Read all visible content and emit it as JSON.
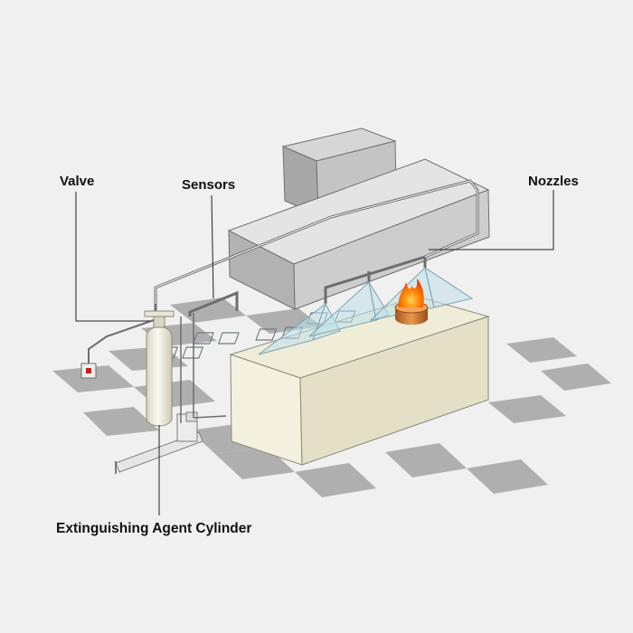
{
  "diagram": {
    "labels": {
      "valve": "Valve",
      "sensors": "Sensors",
      "nozzles": "Nozzles",
      "cylinder": "Extinguishing Agent Cylinder"
    },
    "colors": {
      "background": "#f0f0f0",
      "floor_tile": "#9a9a9a",
      "metal_light": "#e2e2e2",
      "metal_mid": "#c6c6c6",
      "metal_dark": "#a6a6a6",
      "counter_cream": "#f3f0df",
      "glass": "#bfe0ea",
      "flame": "#ff6a00",
      "pot": "#c9712a",
      "callout_line": "#222222"
    },
    "icons": [
      "flame-icon",
      "manual-pull-station-icon"
    ]
  }
}
